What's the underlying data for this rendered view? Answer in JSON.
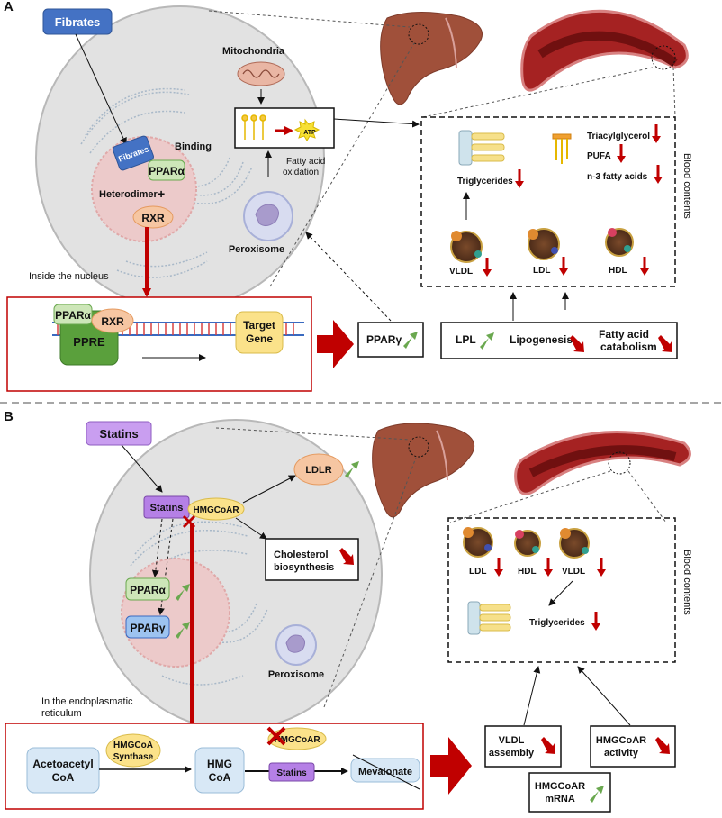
{
  "panel_a": {
    "label": "A",
    "fibrates_box": "Fibrates",
    "mitochondria": "Mitochondria",
    "atp": "ATP",
    "fatty_acid_oxidation": [
      "Fatty acid",
      "oxidation"
    ],
    "binding": "Binding",
    "fibrates_small": "Fibrates",
    "ppar_alpha": "PPARα",
    "heterodimer": "Heterodimer",
    "plus": "+",
    "rxr": "RXR",
    "peroxisome": "Peroxisome",
    "inside_nucleus": "Inside the nucleus",
    "nucleus_box": {
      "ppar_alpha": "PPARα",
      "rxr": "RXR",
      "ppre": "PPRE",
      "target_gene": [
        "Target",
        "Gene"
      ]
    },
    "ppar_gamma": "PPARγ",
    "blood": {
      "triglycerides": "Triglycerides",
      "triacylglycerol": "Triacylglycerol",
      "pufa": "PUFA",
      "n3": "n-3 fatty acids",
      "vldl": "VLDL",
      "ldl": "LDL",
      "hdl": "HDL",
      "side_label": "Blood contents"
    },
    "bottom_box": {
      "lpl": "LPL",
      "lipogenesis": "Lipogenesis",
      "fa_catabolism": [
        "Fatty acid",
        "catabolism"
      ]
    }
  },
  "panel_b": {
    "label": "B",
    "statins_box": "Statins",
    "statins_small": "Statins",
    "hmgcoar": "HMGCoAR",
    "ldlr": "LDLR",
    "cholesterol": [
      "Cholesterol",
      "biosynthesis"
    ],
    "ppar_alpha": "PPARα",
    "ppar_gamma": "PPARγ",
    "peroxisome": "Peroxisome",
    "er_label": [
      "In the endoplasmatic",
      "reticulum"
    ],
    "pathway": {
      "acetoacetyl": [
        "Acetoacetyl",
        "CoA"
      ],
      "synthase": [
        "HMGCoA",
        "Synthase"
      ],
      "hmg": [
        "HMG",
        "CoA"
      ],
      "hmgcoar": "HMGCoAR",
      "statins": "Statins",
      "mevalonate": "Mevalonate"
    },
    "blood": {
      "ldl": "LDL",
      "hdl": "HDL",
      "vldl": "VLDL",
      "triglycerides": "Triglycerides",
      "side_label": "Blood contents"
    },
    "vldl_assembly": [
      "VLDL",
      "assembly"
    ],
    "hmgcoar_activity": [
      "HMGCoAR",
      "activity"
    ],
    "hmgcoar_mrna": [
      "HMGCoAR",
      "mRNA"
    ]
  },
  "colors": {
    "up_arrow": "#6aa84f",
    "down_arrow": "#c00000",
    "cell": "#e2e2e2",
    "liver": "#a0503a",
    "fibrates": "#4472c4",
    "statins": "#b580e6",
    "ppar_alpha": "#cde6b8",
    "ppar_gamma": "#9dc3f0",
    "rxr": "#f6c6a2",
    "nucleus_box_border": "#c00000"
  }
}
